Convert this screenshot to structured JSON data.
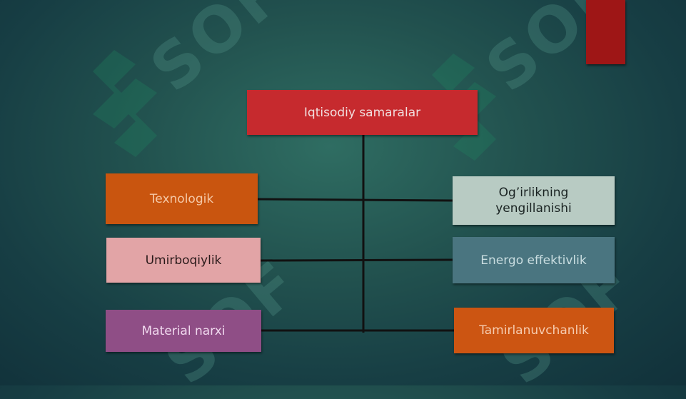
{
  "diagram": {
    "root": {
      "label": "Iqtisodiy samaralar",
      "color": "#c62a2e"
    },
    "left": [
      {
        "label": "Texnologik",
        "color": "#c9550f"
      },
      {
        "label": "Umirboqiylik",
        "color": "#e2a4a6"
      },
      {
        "label": "Material narxi",
        "color": "#8f4e86"
      }
    ],
    "right": [
      {
        "label": "Og’irlikning yengillanishi",
        "color": "#b8cbc3"
      },
      {
        "label": "Energo effektivlik",
        "color": "#4a7580"
      },
      {
        "label": "Tamirlanuvchanlik",
        "color": "#cc5512"
      }
    ]
  },
  "accent": {
    "color": "#9e1616"
  }
}
